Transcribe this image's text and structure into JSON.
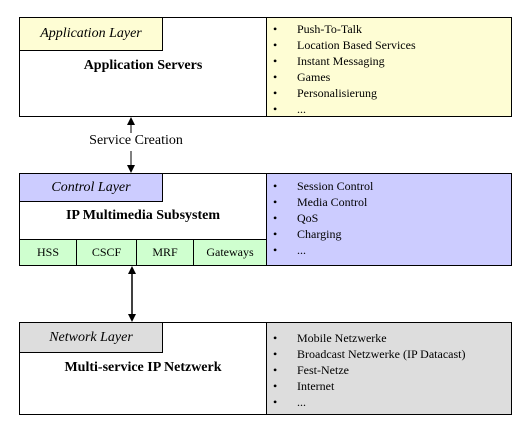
{
  "colors": {
    "application": "#fefdd4",
    "control": "#ccccff",
    "network": "#dddddd",
    "subsystem": "#cfffcf"
  },
  "application": {
    "tag": "Application Layer",
    "title": "Application Servers",
    "items": [
      "Push-To-Talk",
      "Location Based Services",
      "Instant Messaging",
      "Games",
      "Personalisierung",
      "..."
    ]
  },
  "connector": {
    "label": "Service Creation"
  },
  "control": {
    "tag": "Control Layer",
    "title": "IP Multimedia Subsystem",
    "components": [
      "HSS",
      "CSCF",
      "MRF",
      "Gateways"
    ],
    "items": [
      "Session Control",
      "Media Control",
      "QoS",
      "Charging",
      "..."
    ]
  },
  "network": {
    "tag": "Network Layer",
    "title": "Multi-service IP Netzwerk",
    "items": [
      "Mobile Netzwerke",
      "Broadcast Netzwerke (IP Datacast)",
      "Fest-Netze",
      "Internet",
      "..."
    ]
  }
}
